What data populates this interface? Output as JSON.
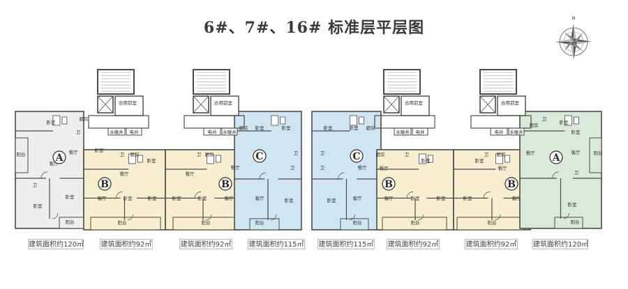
{
  "title": "6#、7#、16# 标准层平层图",
  "compass": {
    "north_label": "N",
    "icon": "compass-rose-icon"
  },
  "colors": {
    "type_A_left": "#eeeeee",
    "type_A_right": "#d9ebd8",
    "type_B": "#f7efcf",
    "type_C": "#cfe6f2",
    "wall": "#4a4a4a",
    "core": "#ffffff"
  },
  "units": [
    {
      "type": "A",
      "color_key": "type_A_left",
      "area_label": "建筑面积约120㎡",
      "rooms": [
        "卧室",
        "厨房",
        "卫",
        "餐厅",
        "客厅",
        "阳台",
        "卫",
        "卧室",
        "卧室",
        "阳台"
      ]
    },
    {
      "type": "B",
      "color_key": "type_B",
      "area_label": "建筑面积约92㎡",
      "rooms": [
        "卧室",
        "卫",
        "厨房",
        "餐厅",
        "客厅",
        "卧室",
        "卧室",
        "阳台"
      ]
    },
    {
      "type": "B",
      "color_key": "type_B",
      "area_label": "建筑面积约92㎡",
      "rooms": [
        "卧室",
        "卫",
        "厨房",
        "餐厅",
        "卧室",
        "卧室",
        "客厅",
        "阳台"
      ]
    },
    {
      "type": "C",
      "color_key": "type_C",
      "area_label": "建筑面积约115㎡",
      "rooms": [
        "厨房",
        "卧室",
        "卧室",
        "卫",
        "餐厅",
        "卫",
        "客厅",
        "卧室",
        "阳台"
      ]
    },
    {
      "type": "C",
      "color_key": "type_C",
      "area_label": "建筑面积约115㎡",
      "rooms": [
        "卧室",
        "厨房",
        "卧室",
        "卫",
        "卫",
        "餐厅",
        "客厅",
        "卧室",
        "阳台"
      ]
    },
    {
      "type": "B",
      "color_key": "type_B",
      "area_label": "建筑面积约92㎡",
      "rooms": [
        "厨房",
        "卫",
        "卧室",
        "餐厅",
        "客厅",
        "卧室",
        "卧室",
        "阳台"
      ]
    },
    {
      "type": "B",
      "color_key": "type_B",
      "area_label": "建筑面积约92㎡",
      "rooms": [
        "卧室",
        "卫",
        "厨房",
        "卧室",
        "餐厅",
        "客厅",
        "卧室",
        "阳台"
      ]
    },
    {
      "type": "A",
      "color_key": "type_A_right",
      "area_label": "建筑面积约120㎡",
      "rooms": [
        "卧室",
        "卫",
        "厨房",
        "卧室",
        "餐厅",
        "客厅",
        "阳台",
        "卫",
        "卧室",
        "阳台"
      ]
    }
  ],
  "cores": [
    {
      "labels": [
        "合用前室",
        "水暖井",
        "电井"
      ]
    },
    {
      "labels": [
        "合用前室",
        "电井",
        "水暖井"
      ]
    },
    {
      "labels": [
        "合用前室",
        "水暖井",
        "电井"
      ]
    },
    {
      "labels": [
        "合用前室",
        "电井",
        "水暖井"
      ]
    }
  ]
}
